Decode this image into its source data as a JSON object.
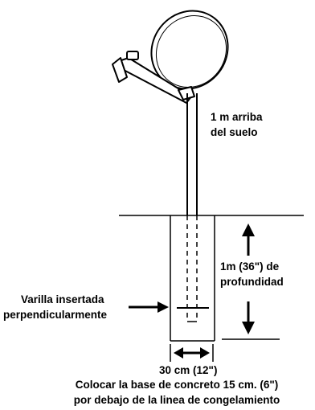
{
  "diagram": {
    "label_height": {
      "line1": "1 m arriba",
      "line2": "del suelo"
    },
    "label_depth": {
      "line1": "1m (36\") de",
      "line2": "profundidad"
    },
    "label_rod": {
      "line1": "Varilla insertada",
      "line2": "perpendicularmente"
    },
    "label_width": "30 cm (12\")",
    "label_footer": {
      "line1": "Colocar la base de concreto 15 cm. (6\")",
      "line2": "por debajo de la linea de congelamiento"
    },
    "colors": {
      "ink": "#000000",
      "background": "#ffffff"
    }
  }
}
